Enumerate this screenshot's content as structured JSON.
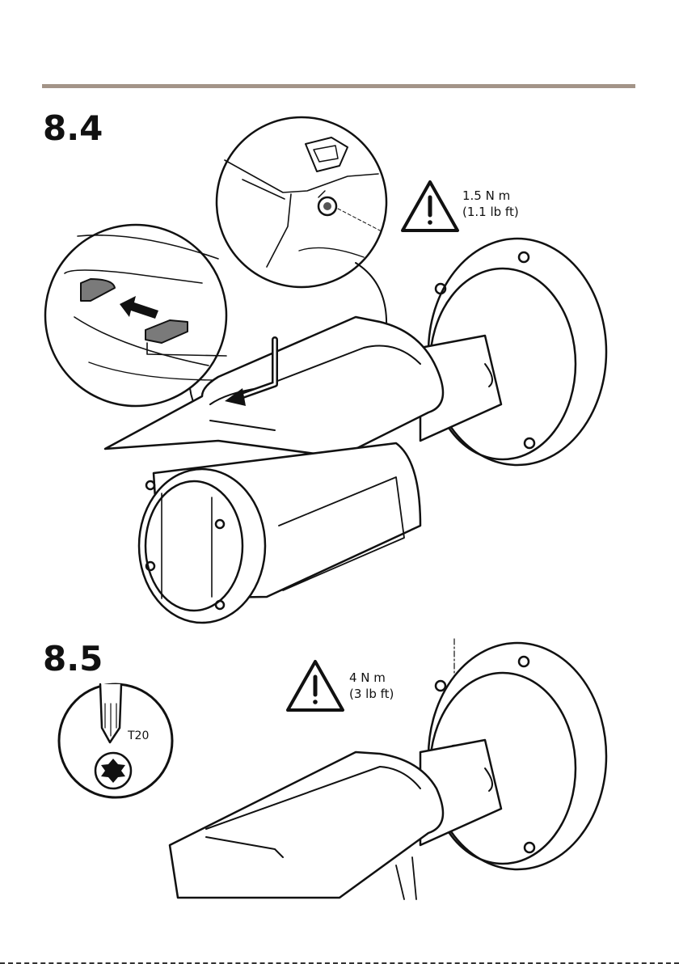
{
  "steps": {
    "first": "8.4",
    "second": "8.5"
  },
  "torque_top": {
    "metric": "1.5 N m",
    "imperial": "(1.1 lb ft)"
  },
  "torque_bottom": {
    "metric": "4 N m",
    "imperial": "(3 lb ft)"
  },
  "tool": {
    "label": "T20"
  },
  "icons": {
    "warning": "warning-triangle-icon",
    "arrow": "arrow-icon",
    "screwdriver": "torx-screwdriver-icon"
  },
  "colors": {
    "rule": "#a39488",
    "shade": "#7a7a7a",
    "line": "#111111"
  }
}
